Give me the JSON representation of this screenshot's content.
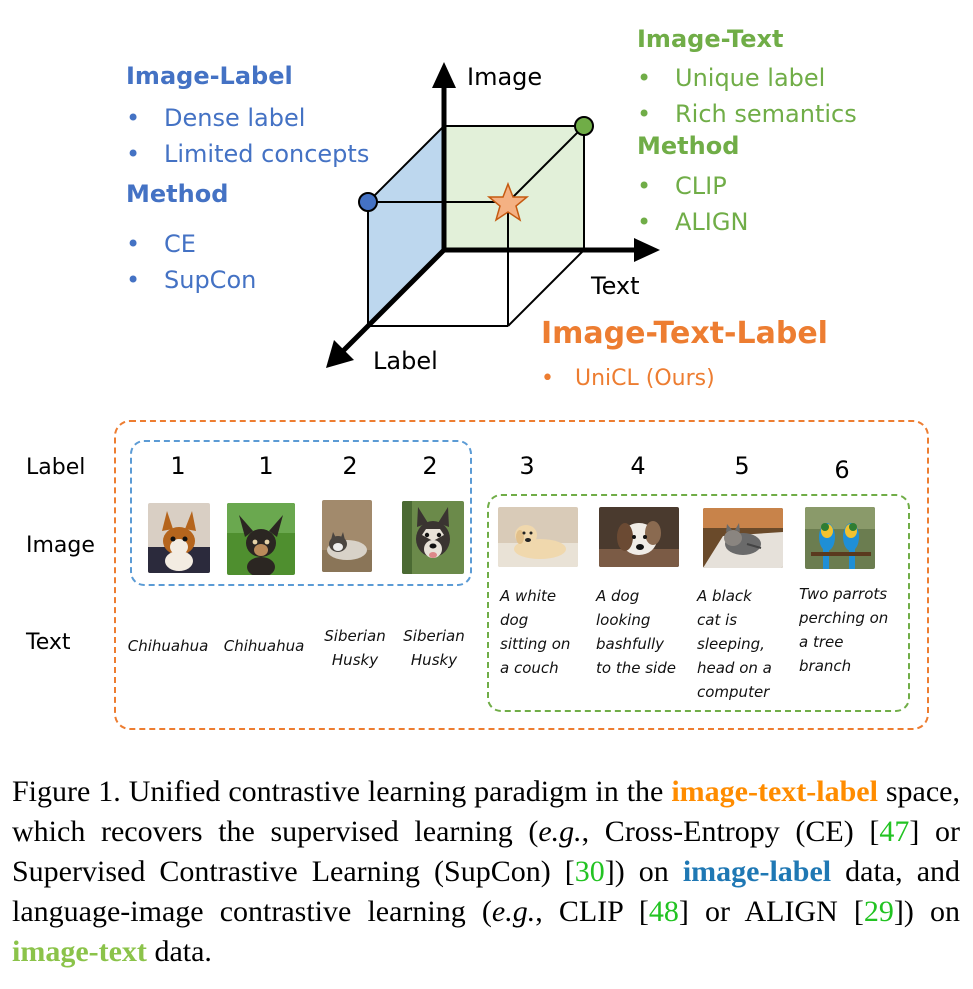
{
  "cube": {
    "axis_image": "Image",
    "axis_text": "Text",
    "axis_label": "Label",
    "colors": {
      "blue": "#bdd7ee",
      "green": "#e2f0d9",
      "blue_dot": "#4472c4",
      "green_dot": "#70ad47",
      "star": "#f4b183"
    }
  },
  "image_label": {
    "title": "Image-Label",
    "items": [
      "Dense label",
      "Limited concepts"
    ],
    "method_title": "Method",
    "methods": [
      "CE",
      "SupCon"
    ]
  },
  "image_text": {
    "title": "Image-Text",
    "items": [
      "Unique label",
      "Rich semantics"
    ],
    "method_title": "Method",
    "methods": [
      "CLIP",
      "ALIGN"
    ]
  },
  "image_text_label": {
    "title": "Image-Text-Label",
    "item": "UniCL (Ours)"
  },
  "examples": {
    "row_labels": {
      "label": "Label",
      "image": "Image",
      "text": "Text"
    },
    "items": [
      {
        "label": "1",
        "image": "chihuahua-photo",
        "text": "Chihuahua"
      },
      {
        "label": "1",
        "image": "chihuahua-photo",
        "text": "Chihuahua"
      },
      {
        "label": "2",
        "image": "husky-photo",
        "text": "Siberian Husky"
      },
      {
        "label": "2",
        "image": "husky-photo",
        "text": "Siberian Husky"
      },
      {
        "label": "3",
        "image": "white-dog-photo",
        "text": "A white dog sitting on a couch"
      },
      {
        "label": "4",
        "image": "dog-photo",
        "text": "A dog looking bashfully to the side"
      },
      {
        "label": "5",
        "image": "cat-photo",
        "text": "A black cat is sleeping, head on a computer"
      },
      {
        "label": "6",
        "image": "parrots-photo",
        "text": "Two parrots perching on a tree branch"
      }
    ],
    "caption_lines": {
      "t1": [
        "Chihuahua"
      ],
      "t2": [
        "Chihuahua"
      ],
      "t3": [
        "Siberian",
        "Husky"
      ],
      "t4": [
        "Siberian",
        "Husky"
      ],
      "t5": [
        "A white",
        "dog",
        "sitting on",
        "a couch"
      ],
      "t6": [
        "A dog",
        "looking",
        "bashfully",
        "to the side"
      ],
      "t7": [
        "A black",
        "cat is",
        "sleeping,",
        "head on a",
        "computer"
      ],
      "t8": [
        "Two parrots",
        "perching on",
        "a tree",
        "branch"
      ]
    }
  },
  "caption": {
    "p1": "Figure 1.  Unified contrastive learning paradigm in the ",
    "h1": "image-text-label",
    "p2": " space, which recovers the supervised learning (",
    "eg1": "e.g.",
    "p3": ", Cross-Entropy (CE) [",
    "r1": "47",
    "p4": "] or Supervised Contrastive Learning (SupCon) [",
    "r2": "30",
    "p5": "]) on ",
    "h2": "image-label",
    "p6": " data, and language-image contrastive learning (",
    "eg2": "e.g.",
    "p7": ", CLIP [",
    "r3": "48",
    "p8": "] or ALIGN [",
    "r4": "29",
    "p9": "]) on ",
    "h3": "image-text",
    "p10": " data."
  }
}
